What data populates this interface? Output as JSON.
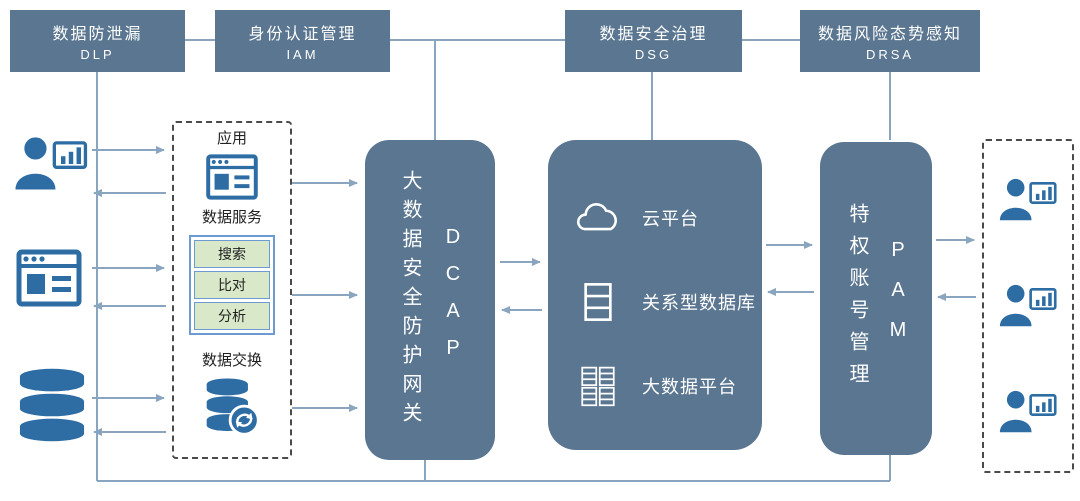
{
  "colors": {
    "box_fill": "#5a7690",
    "icon_blue": "#2e6da4",
    "arrow": "#8aa5bf",
    "service_row_fill": "#d8e8c8",
    "service_row_border": "#6b9bd2"
  },
  "top_boxes": [
    {
      "title": "数据防泄漏",
      "abbr": "DLP"
    },
    {
      "title": "身份认证管理",
      "abbr": "IAM"
    },
    {
      "title": "数据安全治理",
      "abbr": "DSG"
    },
    {
      "title": "数据风险态势感知",
      "abbr": "DRSA"
    }
  ],
  "left_panel": {
    "app_label": "应用",
    "data_service_label": "数据服务",
    "services": [
      "搜索",
      "比对",
      "分析"
    ],
    "exchange_label": "数据交换"
  },
  "gateway": {
    "title": "大数据安全防护网关",
    "abbr": "DCAP"
  },
  "platform": {
    "items": [
      {
        "label": "云平台",
        "icon": "cloud-icon"
      },
      {
        "label": "关系型数据库",
        "icon": "relational-db-icon"
      },
      {
        "label": "大数据平台",
        "icon": "bigdata-cluster-icon"
      }
    ]
  },
  "pam": {
    "title": "特权账号管理",
    "abbr": "PAM"
  },
  "right_panel": {
    "user_icons": 3
  }
}
